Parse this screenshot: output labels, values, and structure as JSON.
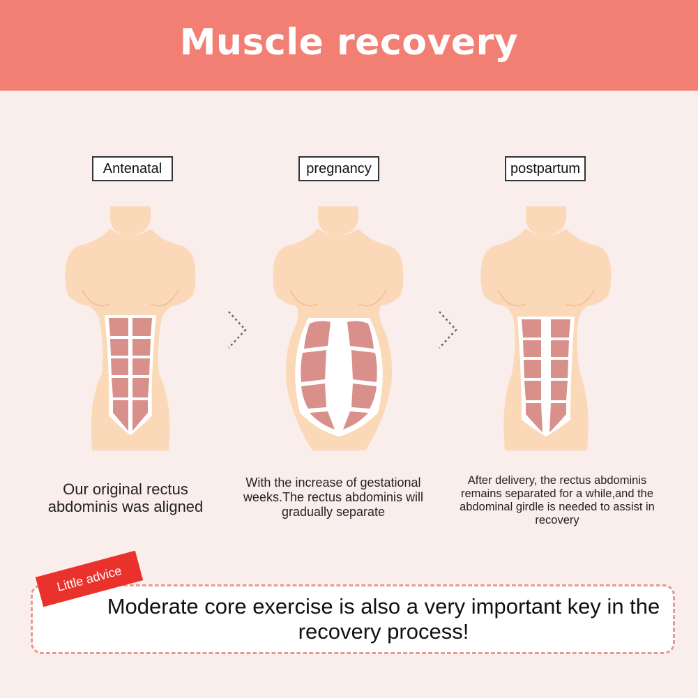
{
  "header": {
    "title": "Muscle recovery"
  },
  "stages": [
    {
      "label": "Antenatal",
      "caption": "Our original rectus abdominis was aligned"
    },
    {
      "label": "pregnancy",
      "caption": "With the increase of gestational weeks.The rectus abdominis will gradually separate"
    },
    {
      "label": "postpartum",
      "caption": "After delivery, the rectus abdominis remains separated for a while,and the abdominal girdle is needed to assist in recovery"
    }
  ],
  "advice": {
    "badge": "Little advice",
    "text": "Moderate core exercise is also a very important key in the recovery process!"
  },
  "colors": {
    "header_bg": "#f27f73",
    "background": "#faeeec",
    "skin": "#fbd9b8",
    "muscle": "#d98f8a",
    "badge": "#e8322b"
  }
}
